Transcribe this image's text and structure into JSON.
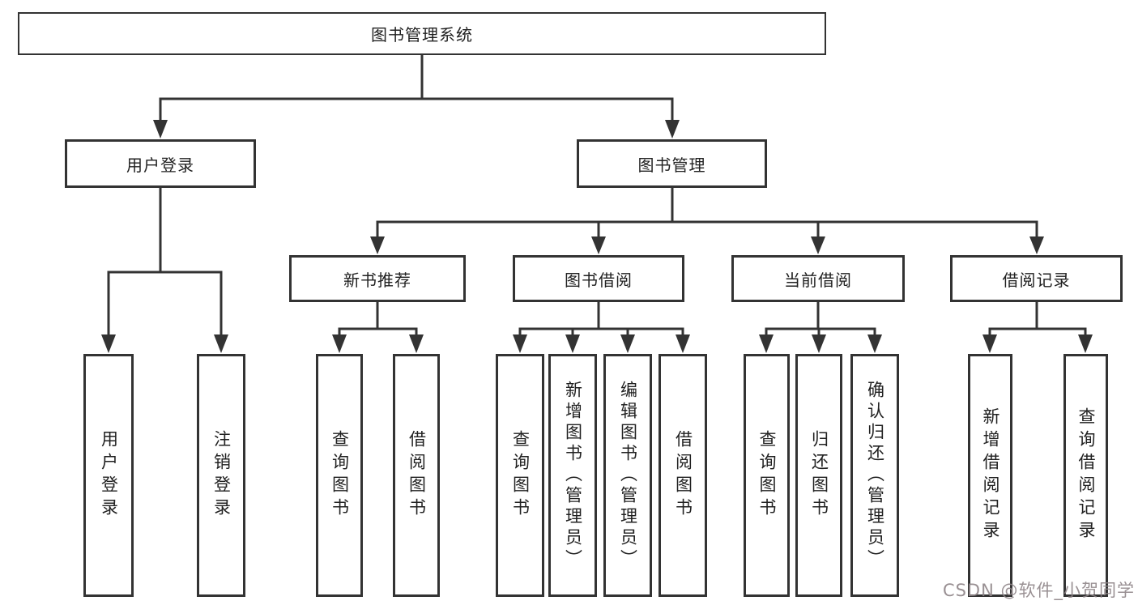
{
  "tree": {
    "root": {
      "label": "图书管理系统"
    },
    "branches": [
      {
        "label": "用户登录",
        "children": [
          {
            "label": "用户登录"
          },
          {
            "label": "注销登录"
          }
        ]
      },
      {
        "label": "图书管理",
        "sections": [
          {
            "label": "新书推荐",
            "children": [
              {
                "label": "查询图书"
              },
              {
                "label": "借阅图书"
              }
            ]
          },
          {
            "label": "图书借阅",
            "children": [
              {
                "label": "查询图书"
              },
              {
                "label": "新增图书（管理员）"
              },
              {
                "label": "编辑图书（管理员）"
              },
              {
                "label": "借阅图书"
              }
            ]
          },
          {
            "label": "当前借阅",
            "children": [
              {
                "label": "查询图书"
              },
              {
                "label": "归还图书"
              },
              {
                "label": "确认归还（管理员）"
              }
            ]
          },
          {
            "label": "借阅记录",
            "children": [
              {
                "label": "新增借阅记录"
              },
              {
                "label": "查询借阅记录"
              }
            ]
          }
        ]
      }
    ]
  },
  "watermark": {
    "text": "CSDN @软件_小贺同学"
  },
  "colors": {
    "line": "#333333",
    "text": "#212121",
    "node_background": "#ffffff",
    "page_background": "#ffffff",
    "watermark": "#8e8487"
  }
}
